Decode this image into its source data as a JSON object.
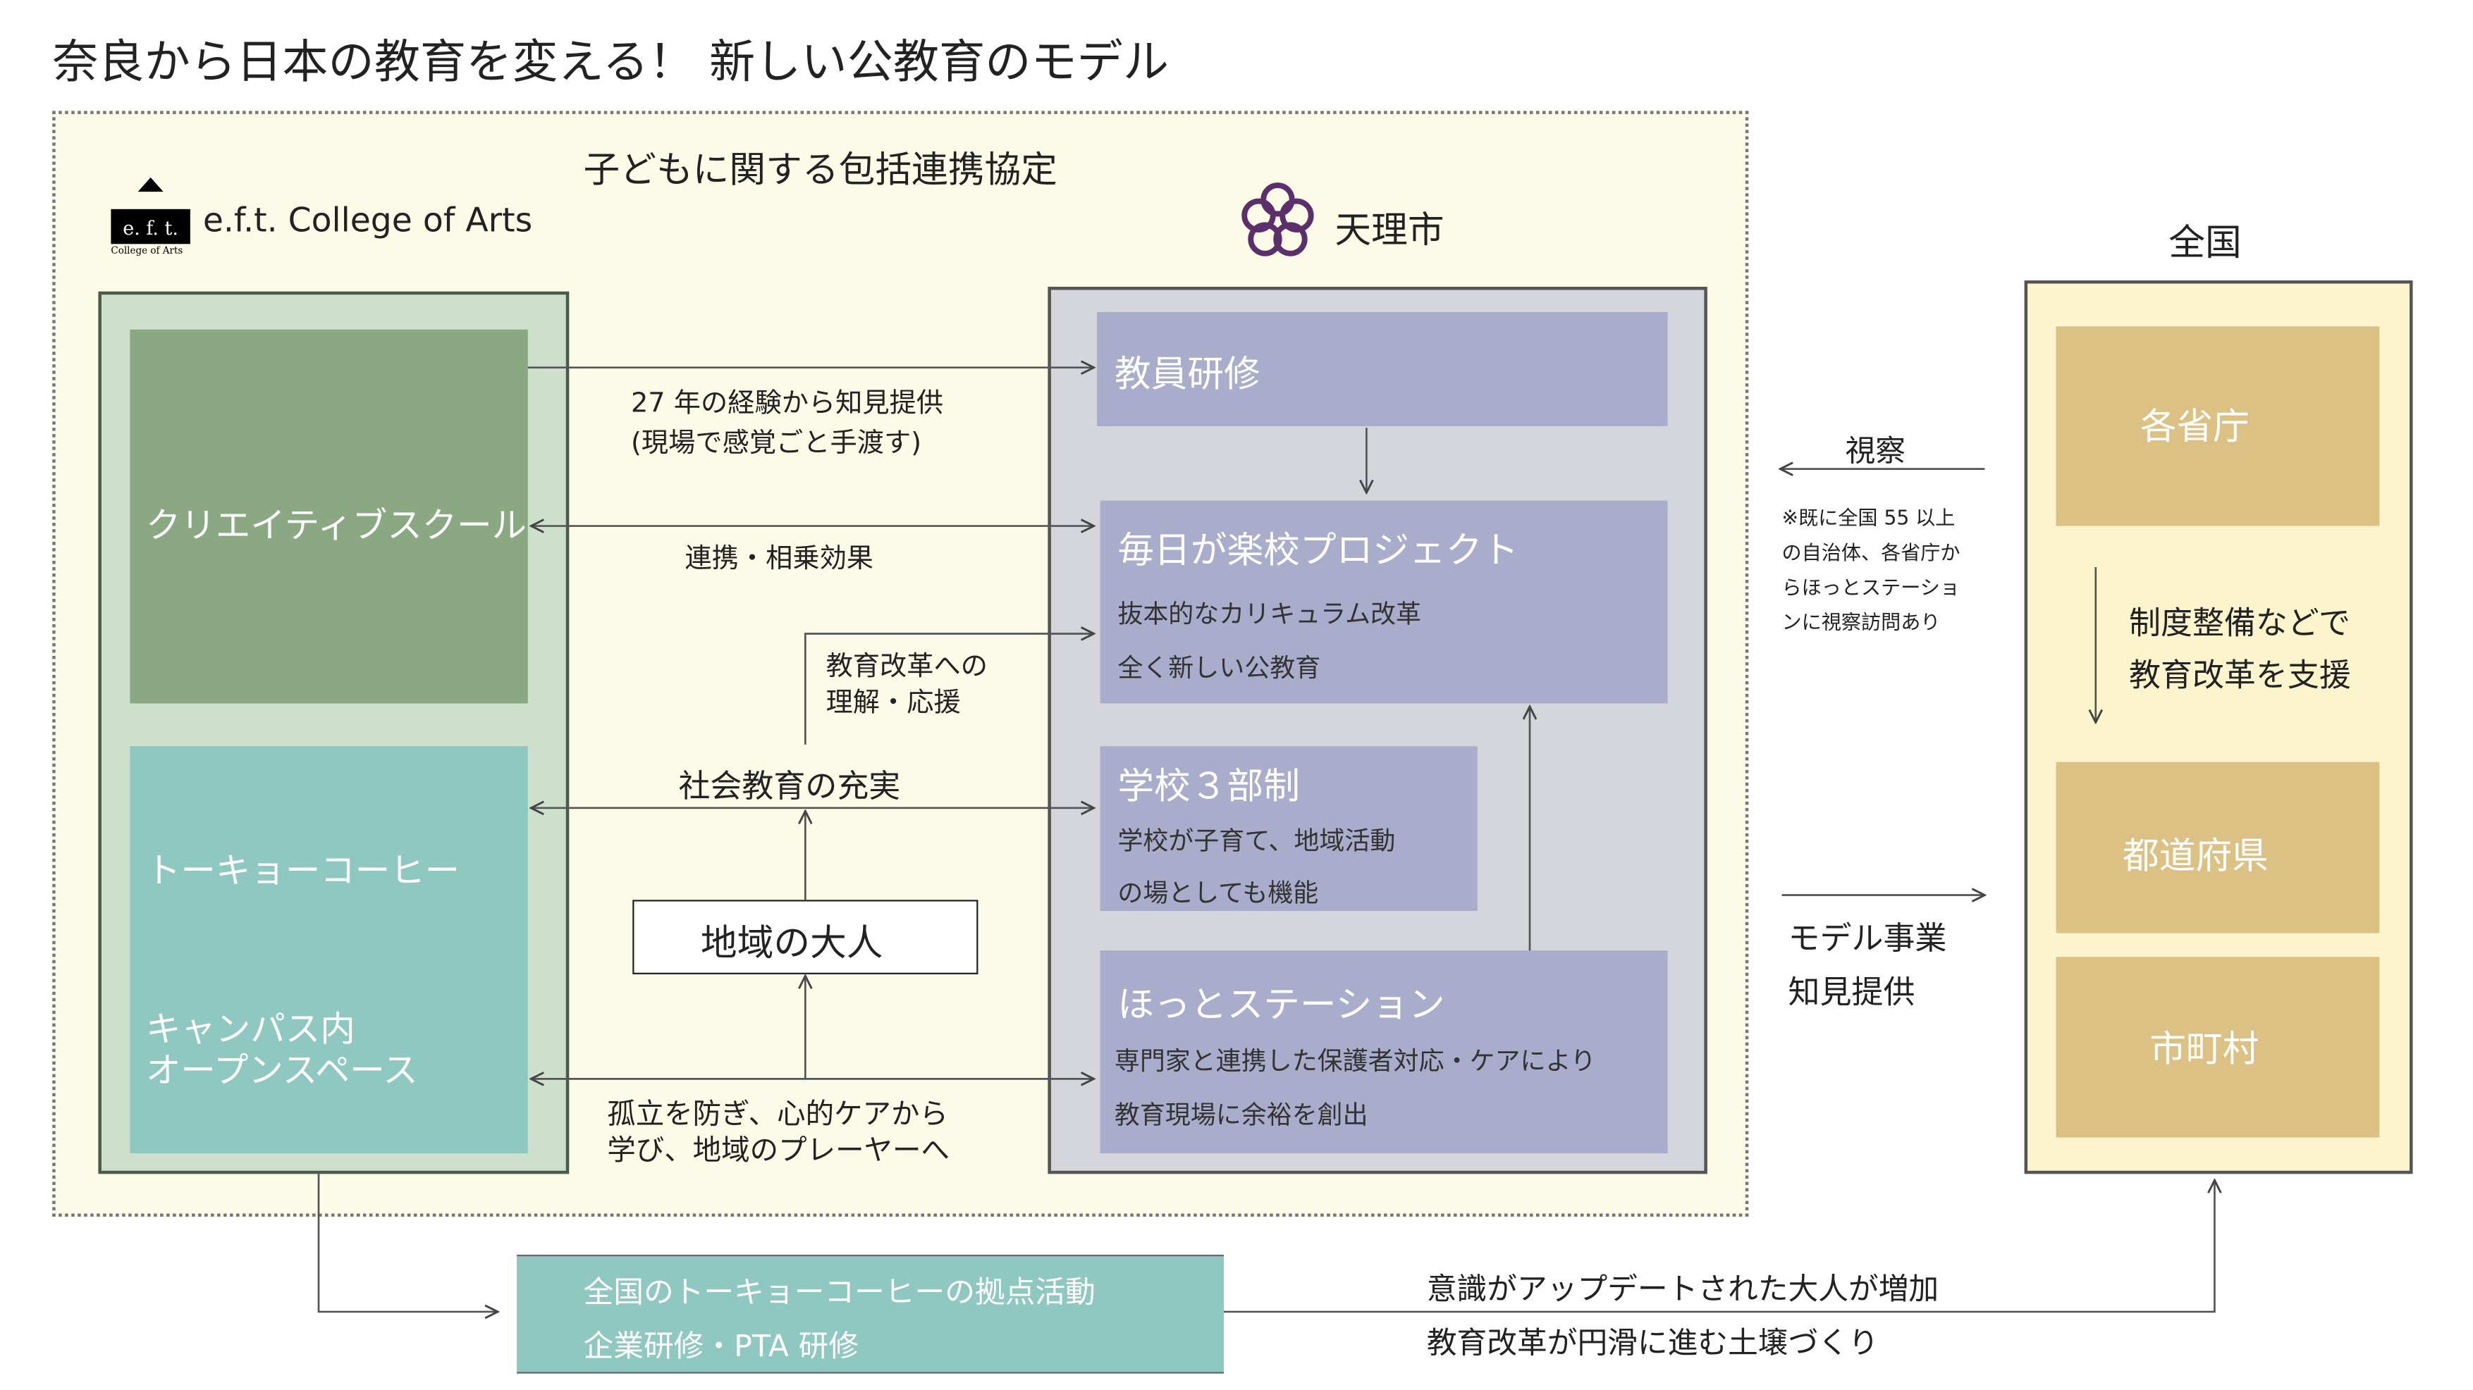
{
  "title": "奈良から日本の教育を変える！ 新しい公教育のモデル",
  "agreement": "子どもに関する包括連携協定",
  "eft": {
    "logo_text": "e.f.t.",
    "logo_sub": "College of Arts",
    "name": "e.f.t. College of Arts"
  },
  "tenri": {
    "name": "天理市"
  },
  "left": {
    "creative_school": "クリエイティブスクール",
    "tokyo_coffee": "トーキョーコーヒー",
    "campus_line1": "キャンパス内",
    "campus_line2": "オープンスペース"
  },
  "right": {
    "teacher_training": "教員研修",
    "project_title": "毎日が楽校プロジェクト",
    "project_line1": "抜本的なカリキュラム改革",
    "project_line2": "全く新しい公教育",
    "three_part_title": "学校３部制",
    "three_part_line1": "学校が子育て、地域活動",
    "three_part_line2": "の場としても機能",
    "hot_station_title": "ほっとステーション",
    "hot_station_line1": "専門家と連携した保護者対応・ケアにより",
    "hot_station_line2": "教育現場に余裕を創出"
  },
  "links": {
    "experience_line1": "27 年の経験から知見提供",
    "experience_line2": "(現場で感覚ごと手渡す)",
    "synergy": "連携・相乗効果",
    "support_line1": "教育改革への",
    "support_line2": "理解・応援",
    "social_education": "社会教育の充実",
    "local_adults": "地域の大人",
    "isolation_line1": "孤立を防ぎ、心的ケアから",
    "isolation_line2": "学び、地域のプレーヤーへ"
  },
  "national": {
    "title": "全国",
    "ministries": "各省庁",
    "prefectures": "都道府県",
    "municipalities": "市町村",
    "support_line1": "制度整備などで",
    "support_line2": "教育改革を支援",
    "inspection": "視察",
    "inspection_note": [
      "※既に全国 55 以上",
      "の自治体、各省庁か",
      "らほっとステーショ",
      "ンに視察訪問あり"
    ],
    "model_line1": "モデル事業",
    "model_line2": "知見提供"
  },
  "bottom": {
    "box_line1": "全国のトーキョーコーヒーの拠点活動",
    "box_line2": "企業研修・PTA 研修",
    "result_line1": "意識がアップデートされた大人が増加",
    "result_line2": "教育改革が円滑に進む土壌づくり"
  },
  "colors": {
    "green": "#8aa882",
    "teal": "#8fc7c1",
    "lavender": "#a9accb",
    "gold": "#dcc185",
    "purple": "#5b2f6b"
  }
}
